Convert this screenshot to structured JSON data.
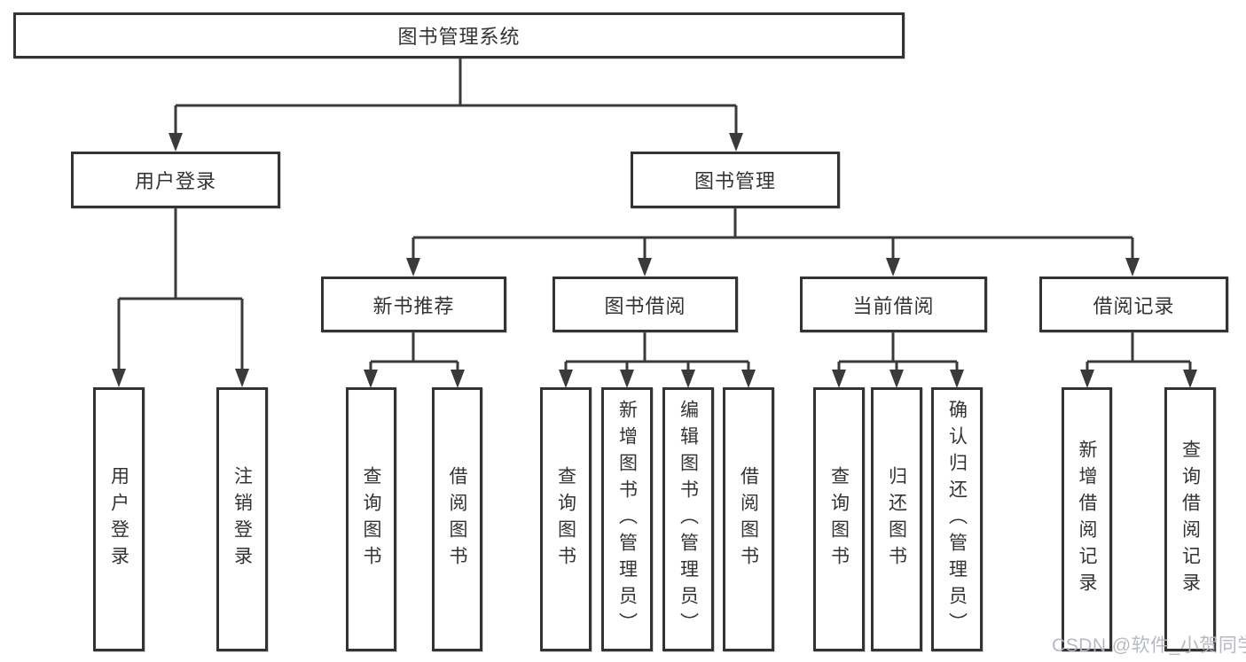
{
  "title": "图书管理系统",
  "tree": {
    "root": "图书管理系统",
    "branches": [
      {
        "label": "用户登录",
        "children": [
          "用户登录",
          "注销登录"
        ]
      },
      {
        "label": "图书管理",
        "children": [
          {
            "label": "新书推荐",
            "children": [
              "查询图书",
              "借阅图书"
            ]
          },
          {
            "label": "图书借阅",
            "children": [
              "查询图书",
              "新增图书（管理员）",
              "编辑图书（管理员）",
              "借阅图书"
            ]
          },
          {
            "label": "当前借阅",
            "children": [
              "查询图书",
              "归还图书",
              "确认归还（管理员）"
            ]
          },
          {
            "label": "借阅记录",
            "children": [
              "新增借阅记录",
              "查询借阅记录"
            ]
          }
        ]
      }
    ]
  },
  "watermark": "CSDN @软件_小贺同学",
  "colors": {
    "line": "#3a3a3a",
    "box_border": "#333333",
    "text": "#333333",
    "watermark": "#b3b7bd",
    "background": "#ffffff"
  }
}
